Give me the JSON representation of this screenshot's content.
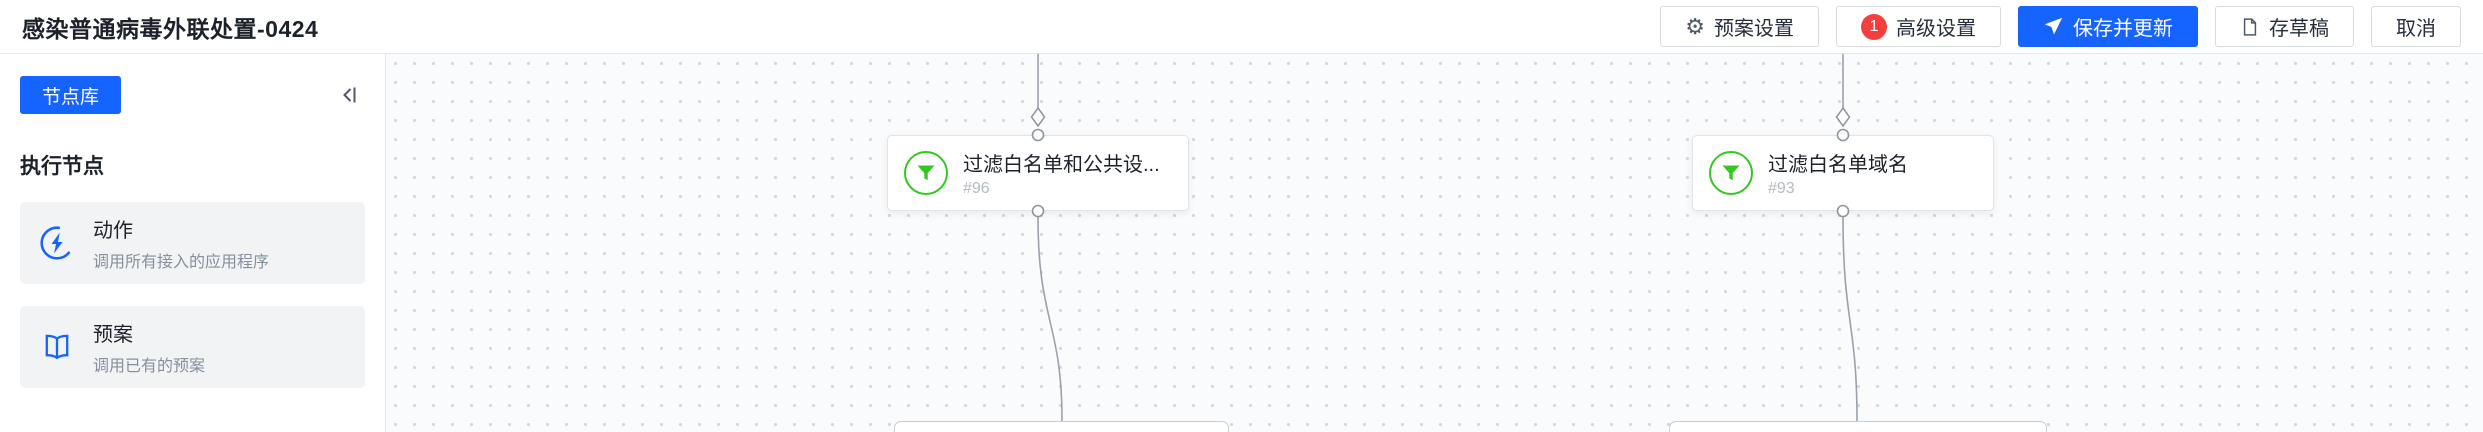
{
  "header": {
    "title": "感染普通病毒外联处置-0424",
    "buttons": [
      {
        "label": "预案设置",
        "icon": "gear-icon"
      },
      {
        "label": "高级设置",
        "icon": "notification-badge",
        "badge": "1"
      },
      {
        "label": "保存并更新",
        "icon": "send-icon"
      },
      {
        "label": "存草稿",
        "icon": "draft-file-icon"
      },
      {
        "label": "取消"
      }
    ]
  },
  "sidebar": {
    "library_button": "节点库",
    "section_title": "执行节点",
    "items": [
      {
        "title": "动作",
        "subtitle": "调用所有接入的应用程序",
        "icon": "action-icon"
      },
      {
        "title": "预案",
        "subtitle": "调用已有的预案",
        "icon": "playbook-icon"
      }
    ]
  },
  "canvas": {
    "nodes": [
      {
        "title": "过滤白名单和公共设...",
        "id": "#96",
        "icon": "filter-icon"
      },
      {
        "title": "过滤白名单域名",
        "id": "#93",
        "icon": "filter-icon"
      }
    ]
  },
  "colors": {
    "primary_blue": "#1664ff",
    "badge_red": "#f53f3f",
    "filter_green": "#34c724",
    "edge_gray": "#9aa1ab"
  }
}
